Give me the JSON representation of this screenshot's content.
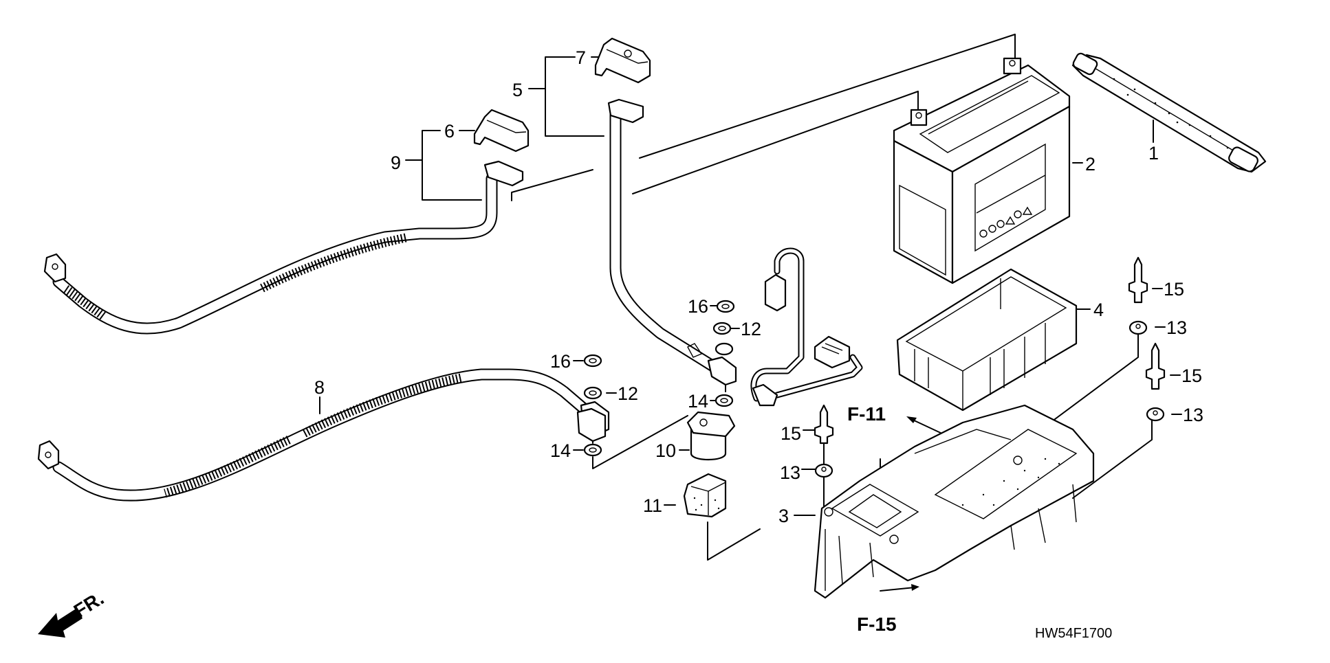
{
  "diagram": {
    "title": "Battery parts diagram",
    "diagram_code": "HW54F1700",
    "front_indicator": "FR.",
    "references": [
      {
        "id": "ref-f11",
        "text": "F-11"
      },
      {
        "id": "ref-f15",
        "text": "F-15"
      }
    ],
    "callouts": [
      {
        "id": "1",
        "text": "1",
        "part": "battery-strap"
      },
      {
        "id": "2",
        "text": "2",
        "part": "battery"
      },
      {
        "id": "3",
        "text": "3",
        "part": "battery-box"
      },
      {
        "id": "4",
        "text": "4",
        "part": "battery-cover-tray"
      },
      {
        "id": "5",
        "text": "5",
        "part": "positive-cable-assembly"
      },
      {
        "id": "6",
        "text": "6",
        "part": "terminal-cover-negative"
      },
      {
        "id": "7",
        "text": "7",
        "part": "terminal-cover-positive"
      },
      {
        "id": "8",
        "text": "8",
        "part": "starter-cable"
      },
      {
        "id": "9",
        "text": "9",
        "part": "negative-cable-assembly"
      },
      {
        "id": "10",
        "text": "10",
        "part": "starter-relay"
      },
      {
        "id": "11",
        "text": "11",
        "part": "relay-rubber-mount"
      },
      {
        "id": "12a",
        "text": "12",
        "part": "washer"
      },
      {
        "id": "12b",
        "text": "12",
        "part": "washer"
      },
      {
        "id": "13a",
        "text": "13",
        "part": "grommet"
      },
      {
        "id": "13b",
        "text": "13",
        "part": "grommet"
      },
      {
        "id": "13c",
        "text": "13",
        "part": "grommet"
      },
      {
        "id": "14a",
        "text": "14",
        "part": "washer"
      },
      {
        "id": "14b",
        "text": "14",
        "part": "washer"
      },
      {
        "id": "15a",
        "text": "15",
        "part": "pin-collar"
      },
      {
        "id": "15b",
        "text": "15",
        "part": "pin-collar"
      },
      {
        "id": "15c",
        "text": "15",
        "part": "pin-collar"
      },
      {
        "id": "16a",
        "text": "16",
        "part": "nut"
      },
      {
        "id": "16b",
        "text": "16",
        "part": "nut"
      }
    ]
  }
}
